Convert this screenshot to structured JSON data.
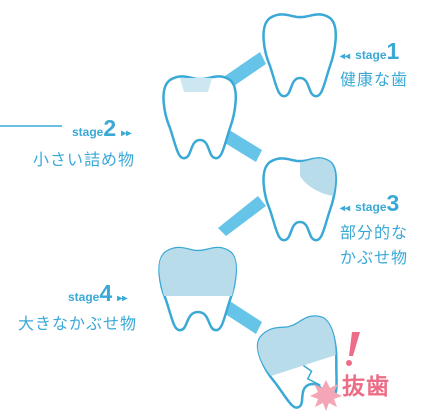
{
  "stages": [
    {
      "stage_word": "stage",
      "number": "1",
      "label": "健康な歯"
    },
    {
      "stage_word": "stage",
      "number": "2",
      "label": "小さい詰め物"
    },
    {
      "stage_word": "stage",
      "number": "3",
      "label_line1": "部分的な",
      "label_line2": "かぶせ物"
    },
    {
      "stage_word": "stage",
      "number": "4",
      "label": "大きなかぶせ物"
    }
  ],
  "extraction": {
    "label": "抜歯",
    "exclamation": "!"
  },
  "arrow_left": "◂◂",
  "arrow_right": "▸▸",
  "colors": {
    "blue": "#3aa9d6",
    "light_blue": "#66c4e8",
    "pale_blue": "#cde7f2",
    "fill_blue": "#b9dcea",
    "pink": "#ec6d86"
  }
}
